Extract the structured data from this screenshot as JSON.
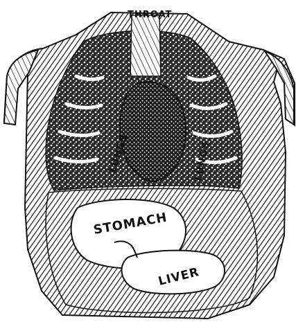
{
  "labels": {
    "throat": "THROAT",
    "lungs_left": "LUNGS",
    "lungs_right": "LUNGS",
    "stomach": "STOMACH",
    "liver": "LIVER"
  }
}
